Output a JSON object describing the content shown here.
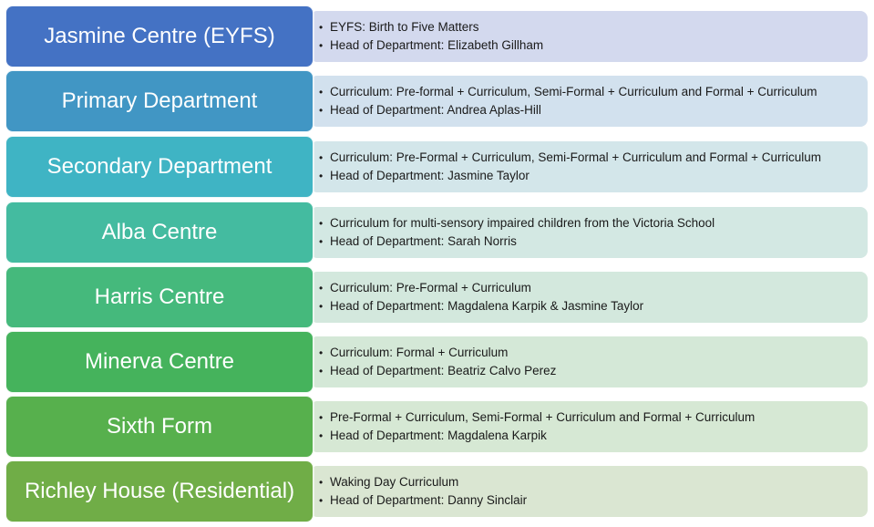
{
  "departments": [
    {
      "name": "Jasmine Centre (EYFS)",
      "color": "#4472C4",
      "detail_bg": "#D3D9EE",
      "bullets": [
        "EYFS: Birth to Five Matters",
        "Head of Department: Elizabeth Gillham"
      ]
    },
    {
      "name": "Primary Department",
      "color": "#4196C4",
      "detail_bg": "#D2E1EE",
      "bullets": [
        "Curriculum: Pre-formal + Curriculum, Semi-Formal + Curriculum and Formal + Curriculum",
        "Head of Department: Andrea Aplas-Hill"
      ]
    },
    {
      "name": "Secondary Department",
      "color": "#3FB4C4",
      "detail_bg": "#D3E6EA",
      "bullets": [
        "Curriculum: Pre-Formal + Curriculum, Semi-Formal + Curriculum and Formal + Curriculum",
        "Head of Department: Jasmine Taylor"
      ]
    },
    {
      "name": "Alba Centre",
      "color": "#44BBA0",
      "detail_bg": "#D3E8E3",
      "bullets": [
        "Curriculum for multi-sensory impaired children from the Victoria School",
        "Head of Department: Sarah Norris"
      ]
    },
    {
      "name": "Harris Centre",
      "color": "#45B97C",
      "detail_bg": "#D3E8DD",
      "bullets": [
        "Curriculum: Pre-Formal + Curriculum",
        "Head of Department:  Magdalena Karpik & Jasmine Taylor"
      ]
    },
    {
      "name": "Minerva Centre",
      "color": "#45B35C",
      "detail_bg": "#D4E8D7",
      "bullets": [
        "Curriculum: Formal + Curriculum",
        "Head of Department: Beatriz Calvo Perez"
      ]
    },
    {
      "name": "Sixth Form",
      "color": "#57B04D",
      "detail_bg": "#D6E8D4",
      "bullets": [
        "Pre-Formal + Curriculum, Semi-Formal + Curriculum and Formal + Curriculum",
        "Head of Department: Magdalena Karpik"
      ]
    },
    {
      "name": "Richley House (Residential)",
      "color": "#70AD47",
      "detail_bg": "#DAE6D2",
      "bullets": [
        "Waking Day Curriculum",
        "Head of Department: Danny Sinclair"
      ]
    }
  ]
}
